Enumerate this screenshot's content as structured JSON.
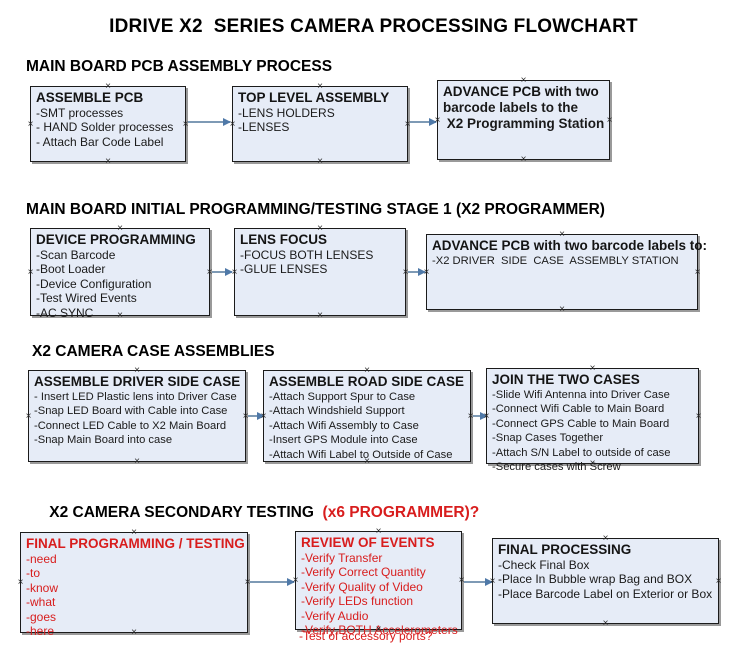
{
  "document": {
    "title": "IDRIVE X2  SERIES CAMERA PROCESSING FLOWCHART"
  },
  "colors": {
    "box_fill": "#e6ecf7",
    "box_border": "#1b1b1b",
    "accent_red": "#d81d1d",
    "connector": "#7e9ab5",
    "text": "#141414"
  },
  "sections": [
    {
      "id": "main-board-pcb-assembly",
      "heading": "MAIN BOARD PCB ASSEMBLY PROCESS",
      "heading_accent": ""
    },
    {
      "id": "main-board-initial-programming",
      "heading": "MAIN BOARD INITIAL PROGRAMMING/TESTING STAGE 1 (X2 PROGRAMMER)",
      "heading_accent": ""
    },
    {
      "id": "x2-camera-case-assemblies",
      "heading": "X2 CAMERA CASE ASSEMBLIES",
      "heading_accent": ""
    },
    {
      "id": "x2-camera-secondary-testing",
      "heading": "X2 CAMERA SECONDARY TESTING  ",
      "heading_accent": "(x6 PROGRAMMER)?"
    }
  ],
  "boxes": {
    "assemble_pcb": {
      "title": "ASSEMBLE PCB",
      "lines": [
        "-SMT processes",
        "- HAND Solder processes",
        "- Attach Bar Code Label"
      ]
    },
    "top_level_assembly": {
      "title": "TOP LEVEL ASSEMBLY",
      "lines": [
        "-LENS HOLDERS",
        "-LENSES"
      ]
    },
    "advance_pcb_station": {
      "title": "ADVANCE PCB with two",
      "lines": [
        "barcode labels to the",
        " X2 Programming Station"
      ]
    },
    "device_programming": {
      "title": "DEVICE PROGRAMMING",
      "lines": [
        "-Scan Barcode",
        "-Boot Loader",
        "-Device Configuration",
        "-Test Wired Events",
        "-AC SYNC"
      ]
    },
    "lens_focus": {
      "title": "LENS FOCUS",
      "lines": [
        "-FOCUS BOTH LENSES",
        "-GLUE LENSES"
      ]
    },
    "advance_pcb_driver_side": {
      "title": "ADVANCE PCB with two barcode labels to:",
      "lines": [
        "-X2 DRIVER  SIDE  CASE  ASSEMBLY STATION"
      ]
    },
    "assemble_driver_side_case": {
      "title": "ASSEMBLE DRIVER SIDE CASE",
      "lines": [
        "- Insert LED Plastic lens into Driver Case",
        "-Snap LED Board with Cable into Case",
        "-Connect LED Cable to X2 Main Board",
        "-Snap Main Board into case"
      ]
    },
    "assemble_road_side_case": {
      "title": "ASSEMBLE ROAD SIDE CASE",
      "lines": [
        "-Attach Support Spur to Case",
        "-Attach Windshield Support",
        "-Attach Wifi Assembly to Case",
        "-Insert GPS Module into Case",
        "-Attach Wifi Label to Outside of Case"
      ]
    },
    "join_the_two_cases": {
      "title": "JOIN THE TWO CASES",
      "lines": [
        "-Slide Wifi Antenna into Driver Case",
        "-Connect Wifi Cable to Main Board",
        "-Connect GPS Cable to Main Board",
        "-Snap Cases Together",
        "-Attach S/N Label to outside of case",
        "-Secure cases with Screw"
      ]
    },
    "final_programming_testing": {
      "title": "FINAL PROGRAMMING / TESTING",
      "lines": [
        "-need",
        "-to",
        "-know",
        "-what",
        "-goes",
        "-here"
      ]
    },
    "review_of_events": {
      "title": "REVIEW OF EVENTS",
      "lines": [
        "-Verify Transfer",
        "-Verify Correct Quantity",
        "-Verify Quality of Video",
        "-Verify LEDs function",
        "-Verify Audio",
        "-Verify BOTH Accelerometers"
      ],
      "overflow_line": "-Test of accessory ports?"
    },
    "final_processing": {
      "title": "FINAL PROCESSING",
      "lines": [
        "-Check Final Box",
        "-Place In Bubble wrap Bag and BOX",
        "-Place Barcode Label on Exterior or Box"
      ]
    }
  }
}
